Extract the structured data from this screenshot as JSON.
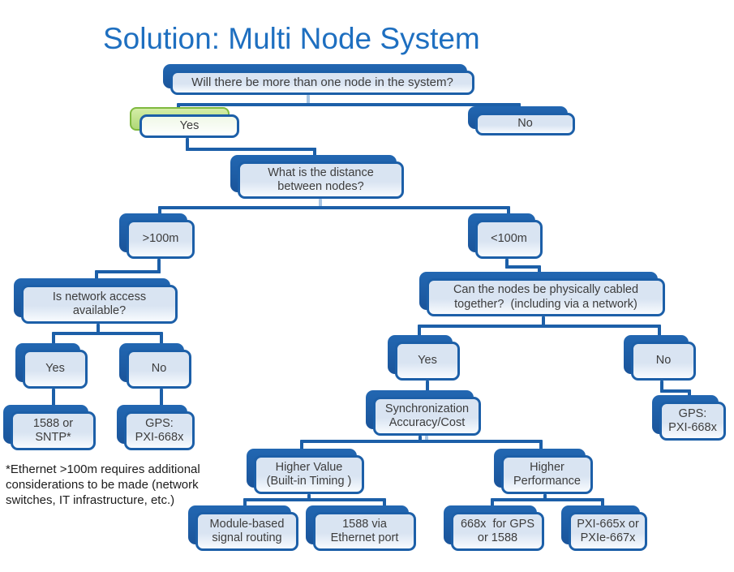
{
  "title": "Solution: Multi Node System",
  "footnote": "*Ethernet >100m requires additional\nconsiderations to be made (network\nswitches, IT infrastructure, etc.)",
  "colors": {
    "accent_blue": "#1C5FA8",
    "box_fill_light_blue": "#D9E4F2",
    "highlight_green_border": "#7FB93F",
    "highlight_green_fill": "#BFE189",
    "title_blue": "#1E6FC0",
    "connector_light_blue": "#A7C5E4",
    "text_gray": "#3D3D3D"
  },
  "highlighted_node": "yes1",
  "nodes": {
    "q1": "Will there be more than one node in the system?",
    "yes1": "Yes",
    "no1": "No",
    "q2": "What is the distance\nbetween nodes?",
    "gt100": ">100m",
    "lt100": "<100m",
    "q3": "Is network access\navailable?",
    "q4": "Can the nodes be physically cabled\ntogether?  (including via a network)",
    "yes2": "Yes",
    "no2": "No",
    "yes3": "Yes",
    "no3": "No",
    "r1588": "1588 or\nSNTP*",
    "gps_left": "GPS:\nPXI-668x",
    "sync": "Synchronization\nAccuracy/Cost",
    "gps_right": "GPS:\nPXI-668x",
    "higher_value": "Higher Value\n(Built-in Timing )",
    "higher_performance": "Higher\nPerformance",
    "module_routing": "Module-based\nsignal routing",
    "eth_1588": "1588 via\nEthernet port",
    "gps_668x": "668x  for GPS\nor 1588",
    "pxi_665x": "PXI-665x or\nPXIe-667x"
  },
  "edges": [
    [
      "q1",
      "yes1"
    ],
    [
      "q1",
      "no1"
    ],
    [
      "yes1",
      "q2"
    ],
    [
      "q2",
      "gt100"
    ],
    [
      "q2",
      "lt100"
    ],
    [
      "gt100",
      "q3"
    ],
    [
      "q3",
      "yes2"
    ],
    [
      "q3",
      "no2"
    ],
    [
      "yes2",
      "r1588"
    ],
    [
      "no2",
      "gps_left"
    ],
    [
      "lt100",
      "q4"
    ],
    [
      "q4",
      "yes3"
    ],
    [
      "q4",
      "no3"
    ],
    [
      "yes3",
      "sync"
    ],
    [
      "no3",
      "gps_right"
    ],
    [
      "sync",
      "higher_value"
    ],
    [
      "sync",
      "higher_performance"
    ],
    [
      "higher_value",
      "module_routing"
    ],
    [
      "higher_value",
      "eth_1588"
    ],
    [
      "higher_performance",
      "gps_668x"
    ],
    [
      "higher_performance",
      "pxi_665x"
    ]
  ]
}
